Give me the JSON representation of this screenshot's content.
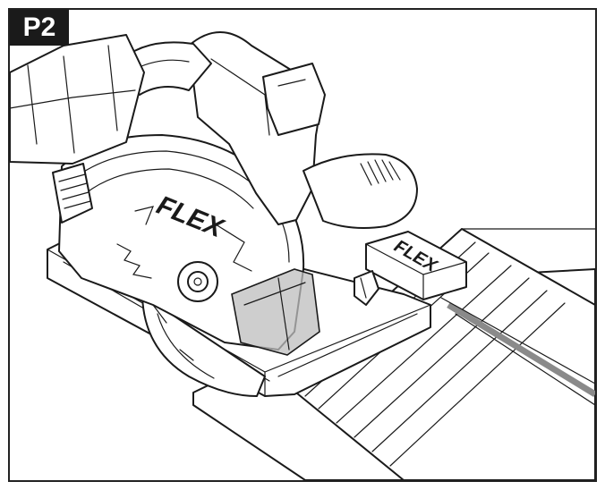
{
  "figure": {
    "step_label": "P2",
    "brand_on_blade_guard": "FLEX",
    "brand_on_guide_rail": "FLEX"
  },
  "colors": {
    "line": "#1a1a1a",
    "background": "#ffffff",
    "badge": "#1a1a1a",
    "blade_guard_shade": "#bdbdbd",
    "rail_strip": "#8a8a8a"
  }
}
